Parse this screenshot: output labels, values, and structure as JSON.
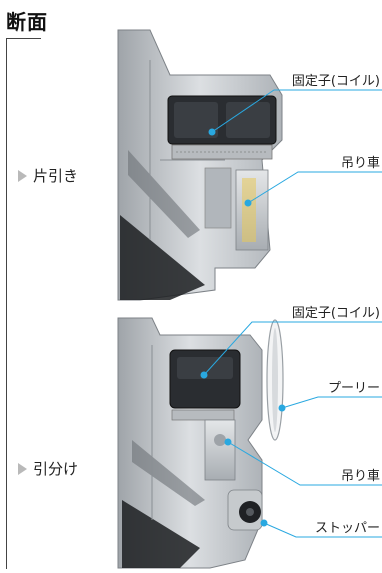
{
  "heading": "断面",
  "sections": [
    {
      "label": "片引き",
      "callouts": [
        "固定子(コイル)",
        "吊り車"
      ]
    },
    {
      "label": "引分け",
      "callouts": [
        "固定子(コイル)",
        "プーリー",
        "吊り車",
        "ストッパー"
      ]
    }
  ],
  "colors": {
    "leader": "#29a8e0",
    "aluminum": "#c9cccf",
    "aluminum_dark": "#8e9398",
    "coil": "#2a2d31",
    "shadow": "#15171a"
  }
}
